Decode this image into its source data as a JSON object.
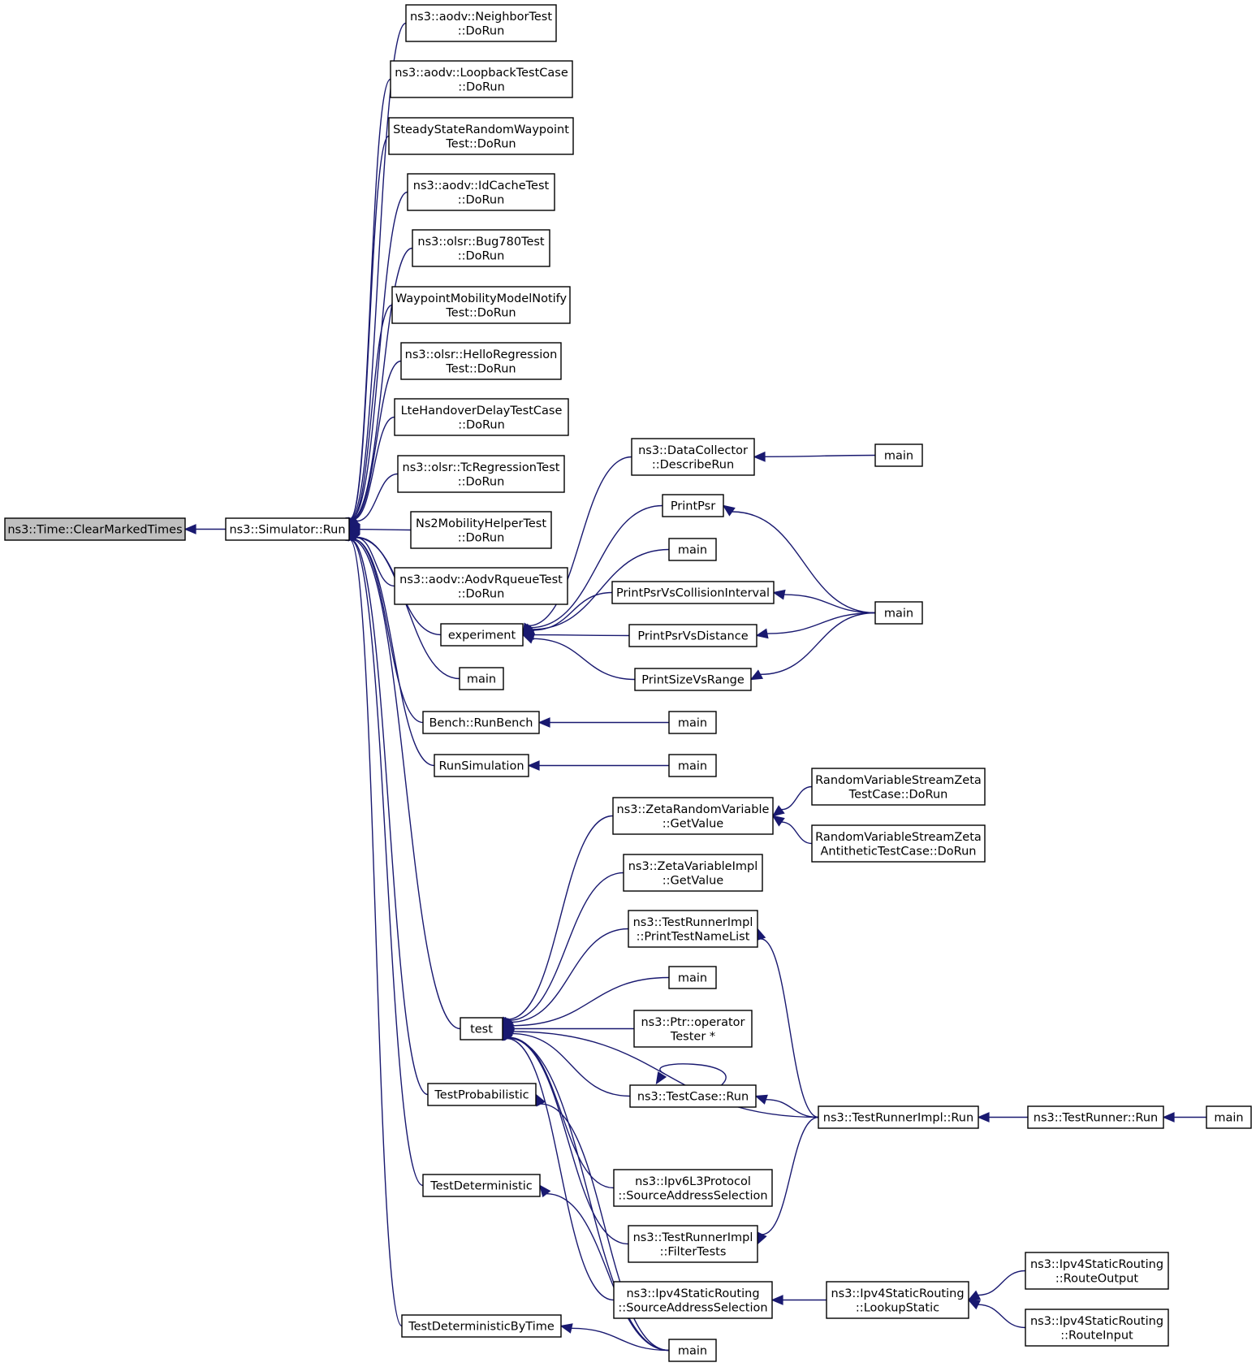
{
  "graph": {
    "title": "",
    "colors": {
      "edge": "#191970",
      "root_fill": "#bfbfbf",
      "node_fill": "#ffffff",
      "node_border": "#000000"
    },
    "nodes": [
      {
        "id": "clear",
        "lines": [
          "ns3::Time::ClearMarkedTimes"
        ],
        "root": true
      },
      {
        "id": "simrun",
        "lines": [
          "ns3::Simulator::Run"
        ]
      },
      {
        "id": "neighbor",
        "lines": [
          "ns3::aodv::NeighborTest",
          "::DoRun"
        ]
      },
      {
        "id": "loopback",
        "lines": [
          "ns3::aodv::LoopbackTestCase",
          "::DoRun"
        ]
      },
      {
        "id": "steady",
        "lines": [
          "SteadyStateRandomWaypoint",
          "Test::DoRun"
        ]
      },
      {
        "id": "idcache",
        "lines": [
          "ns3::aodv::IdCacheTest",
          "::DoRun"
        ]
      },
      {
        "id": "bug780",
        "lines": [
          "ns3::olsr::Bug780Test",
          "::DoRun"
        ]
      },
      {
        "id": "waypoint",
        "lines": [
          "WaypointMobilityModelNotify",
          "Test::DoRun"
        ]
      },
      {
        "id": "hello",
        "lines": [
          "ns3::olsr::HelloRegression",
          "Test::DoRun"
        ]
      },
      {
        "id": "ltehandover",
        "lines": [
          "LteHandoverDelayTestCase",
          "::DoRun"
        ]
      },
      {
        "id": "tcreg",
        "lines": [
          "ns3::olsr::TcRegressionTest",
          "::DoRun"
        ]
      },
      {
        "id": "ns2mob",
        "lines": [
          "Ns2MobilityHelperTest",
          "::DoRun"
        ]
      },
      {
        "id": "aodvrq",
        "lines": [
          "ns3::aodv::AodvRqueueTest",
          "::DoRun"
        ]
      },
      {
        "id": "experiment",
        "lines": [
          "experiment"
        ]
      },
      {
        "id": "main_a",
        "lines": [
          "main"
        ]
      },
      {
        "id": "bench",
        "lines": [
          "Bench::RunBench"
        ]
      },
      {
        "id": "runsim",
        "lines": [
          "RunSimulation"
        ]
      },
      {
        "id": "test",
        "lines": [
          "test"
        ]
      },
      {
        "id": "testprob",
        "lines": [
          "TestProbabilistic"
        ]
      },
      {
        "id": "testdet",
        "lines": [
          "TestDeterministic"
        ]
      },
      {
        "id": "testdettime",
        "lines": [
          "TestDeterministicByTime"
        ]
      },
      {
        "id": "datacoll",
        "lines": [
          "ns3::DataCollector",
          "::DescribeRun"
        ]
      },
      {
        "id": "printpsr",
        "lines": [
          "PrintPsr"
        ]
      },
      {
        "id": "main_b",
        "lines": [
          "main"
        ]
      },
      {
        "id": "psrcoll",
        "lines": [
          "PrintPsrVsCollisionInterval"
        ]
      },
      {
        "id": "psrdist",
        "lines": [
          "PrintPsrVsDistance"
        ]
      },
      {
        "id": "sizerange",
        "lines": [
          "PrintSizeVsRange"
        ]
      },
      {
        "id": "main_c",
        "lines": [
          "main"
        ]
      },
      {
        "id": "main_d",
        "lines": [
          "main"
        ]
      },
      {
        "id": "main_e",
        "lines": [
          "main"
        ]
      },
      {
        "id": "main_f",
        "lines": [
          "main"
        ]
      },
      {
        "id": "zetarv",
        "lines": [
          "ns3::ZetaRandomVariable",
          "::GetValue"
        ]
      },
      {
        "id": "zetaimpl",
        "lines": [
          "ns3::ZetaVariableImpl",
          "::GetValue"
        ]
      },
      {
        "id": "printtest",
        "lines": [
          "ns3::TestRunnerImpl",
          "::PrintTestNameList"
        ]
      },
      {
        "id": "main_g",
        "lines": [
          "main"
        ]
      },
      {
        "id": "ptrop",
        "lines": [
          "ns3::Ptr::operator",
          "Tester *"
        ]
      },
      {
        "id": "tcrun",
        "lines": [
          "ns3::TestCase::Run"
        ]
      },
      {
        "id": "ipv6sel",
        "lines": [
          "ns3::Ipv6L3Protocol",
          "::SourceAddressSelection"
        ]
      },
      {
        "id": "filtertests",
        "lines": [
          "ns3::TestRunnerImpl",
          "::FilterTests"
        ]
      },
      {
        "id": "ipv4sel",
        "lines": [
          "ns3::Ipv4StaticRouting",
          "::SourceAddressSelection"
        ]
      },
      {
        "id": "main_h",
        "lines": [
          "main"
        ]
      },
      {
        "id": "rvzeta",
        "lines": [
          "RandomVariableStreamZeta",
          "TestCase::DoRun"
        ]
      },
      {
        "id": "rvzetaanti",
        "lines": [
          "RandomVariableStreamZeta",
          "AntitheticTestCase::DoRun"
        ]
      },
      {
        "id": "trimplrun",
        "lines": [
          "ns3::TestRunnerImpl::Run"
        ]
      },
      {
        "id": "lookup",
        "lines": [
          "ns3::Ipv4StaticRouting",
          "::LookupStatic"
        ]
      },
      {
        "id": "trrun",
        "lines": [
          "ns3::TestRunner::Run"
        ]
      },
      {
        "id": "main_i",
        "lines": [
          "main"
        ]
      },
      {
        "id": "routeout",
        "lines": [
          "ns3::Ipv4StaticRouting",
          "::RouteOutput"
        ]
      },
      {
        "id": "routein",
        "lines": [
          "ns3::Ipv4StaticRouting",
          "::RouteInput"
        ]
      }
    ],
    "edges": [
      [
        "simrun",
        "clear"
      ],
      [
        "neighbor",
        "simrun"
      ],
      [
        "loopback",
        "simrun"
      ],
      [
        "steady",
        "simrun"
      ],
      [
        "idcache",
        "simrun"
      ],
      [
        "bug780",
        "simrun"
      ],
      [
        "waypoint",
        "simrun"
      ],
      [
        "hello",
        "simrun"
      ],
      [
        "ltehandover",
        "simrun"
      ],
      [
        "tcreg",
        "simrun"
      ],
      [
        "ns2mob",
        "simrun"
      ],
      [
        "aodvrq",
        "simrun"
      ],
      [
        "experiment",
        "simrun"
      ],
      [
        "main_a",
        "simrun"
      ],
      [
        "bench",
        "simrun"
      ],
      [
        "runsim",
        "simrun"
      ],
      [
        "test",
        "simrun"
      ],
      [
        "testprob",
        "simrun"
      ],
      [
        "testdet",
        "simrun"
      ],
      [
        "testdettime",
        "simrun"
      ],
      [
        "datacoll",
        "experiment"
      ],
      [
        "printpsr",
        "experiment"
      ],
      [
        "main_b",
        "experiment"
      ],
      [
        "psrcoll",
        "experiment"
      ],
      [
        "psrdist",
        "experiment"
      ],
      [
        "sizerange",
        "experiment"
      ],
      [
        "main_c",
        "datacoll"
      ],
      [
        "main_d",
        "printpsr"
      ],
      [
        "main_d",
        "psrcoll"
      ],
      [
        "main_d",
        "psrdist"
      ],
      [
        "main_d",
        "sizerange"
      ],
      [
        "main_e",
        "bench"
      ],
      [
        "main_f",
        "runsim"
      ],
      [
        "zetarv",
        "test"
      ],
      [
        "zetaimpl",
        "test"
      ],
      [
        "printtest",
        "test"
      ],
      [
        "main_g",
        "test"
      ],
      [
        "ptrop",
        "test"
      ],
      [
        "tcrun",
        "test"
      ],
      [
        "trimplrun",
        "test"
      ],
      [
        "ipv6sel",
        "test"
      ],
      [
        "filtertests",
        "test"
      ],
      [
        "ipv4sel",
        "test"
      ],
      [
        "main_h",
        "test"
      ],
      [
        "rvzeta",
        "zetarv"
      ],
      [
        "rvzetaanti",
        "zetarv"
      ],
      [
        "trimplrun",
        "printtest"
      ],
      [
        "trimplrun",
        "tcrun"
      ],
      [
        "tcrun",
        "tcrun"
      ],
      [
        "trimplrun",
        "filtertests"
      ],
      [
        "trrun",
        "trimplrun"
      ],
      [
        "main_i",
        "trrun"
      ],
      [
        "lookup",
        "ipv4sel"
      ],
      [
        "routeout",
        "lookup"
      ],
      [
        "routein",
        "lookup"
      ],
      [
        "main_h",
        "testprob"
      ],
      [
        "main_h",
        "testdet"
      ],
      [
        "main_h",
        "testdettime"
      ]
    ]
  }
}
